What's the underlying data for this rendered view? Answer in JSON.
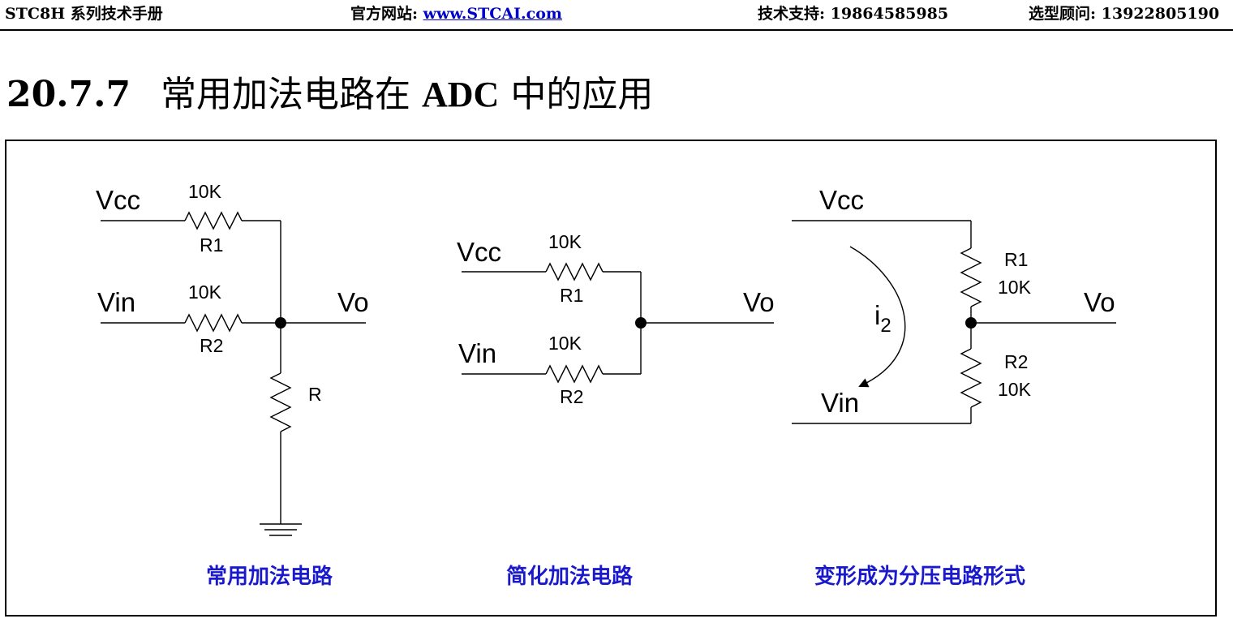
{
  "header": {
    "doc_title": "STC8H 系列技术手册",
    "website_label": "官方网站: ",
    "website_url": "www.STCAI.com",
    "support_label": "技术支持: 19864585985",
    "sales_label": "选型顾问: 13922805190"
  },
  "section": {
    "number": "20.7.7",
    "title_before": "常用加法电路在 ",
    "title_abbr": "ADC",
    "title_after": " 中的应用"
  },
  "circuits": {
    "common": {
      "vcc": "Vcc",
      "vin": "Vin",
      "vo": "Vo",
      "r1_value": "10K",
      "r1_name": "R1",
      "r2_value": "10K",
      "r2_name": "R2",
      "r_name": "R",
      "caption": "常用加法电路"
    },
    "simplified": {
      "vcc": "Vcc",
      "vin": "Vin",
      "vo": "Vo",
      "r1_value": "10K",
      "r1_name": "R1",
      "r2_value": "10K",
      "r2_name": "R2",
      "caption": "简化加法电路"
    },
    "divider": {
      "vcc": "Vcc",
      "vin": "Vin",
      "vo": "Vo",
      "current_label": "i",
      "current_subscript": "2",
      "r1_name": "R1",
      "r1_value": "10K",
      "r2_name": "R2",
      "r2_value": "10K",
      "caption": "变形成为分压电路形式"
    }
  }
}
